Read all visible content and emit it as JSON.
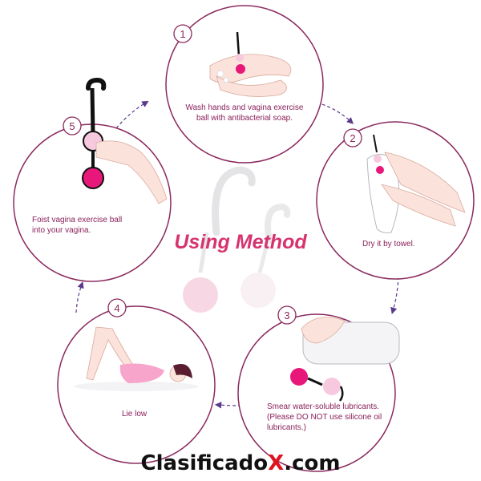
{
  "title": "Using Method",
  "colors": {
    "circle_stroke": "#8b2a5e",
    "arrow": "#5b3a8c",
    "text": "#8a1f5a",
    "title": "#d6336f",
    "ball_dark": "#e8187a",
    "ball_light": "#f7c9de",
    "skin": "#fbe3dc",
    "brand_accent": "#e0121e"
  },
  "steps": [
    {
      "number": "1",
      "lines": [
        "Wash hands and vagina exercise",
        "ball with antibacterial soap."
      ]
    },
    {
      "number": "2",
      "lines": [
        "Dry it by towel."
      ]
    },
    {
      "number": "3",
      "lines": [
        "Smear water-soluble lubricants.",
        "(Please DO NOT use silicone oil",
        "lubricants.)"
      ]
    },
    {
      "number": "4",
      "lines": [
        "Lie low"
      ]
    },
    {
      "number": "5",
      "lines": [
        "Foist vagina exercise ball",
        "into your vagina."
      ]
    }
  ],
  "footer": {
    "brand_main": "Clasificado",
    "brand_accent": "X",
    "brand_tail": ".com"
  }
}
